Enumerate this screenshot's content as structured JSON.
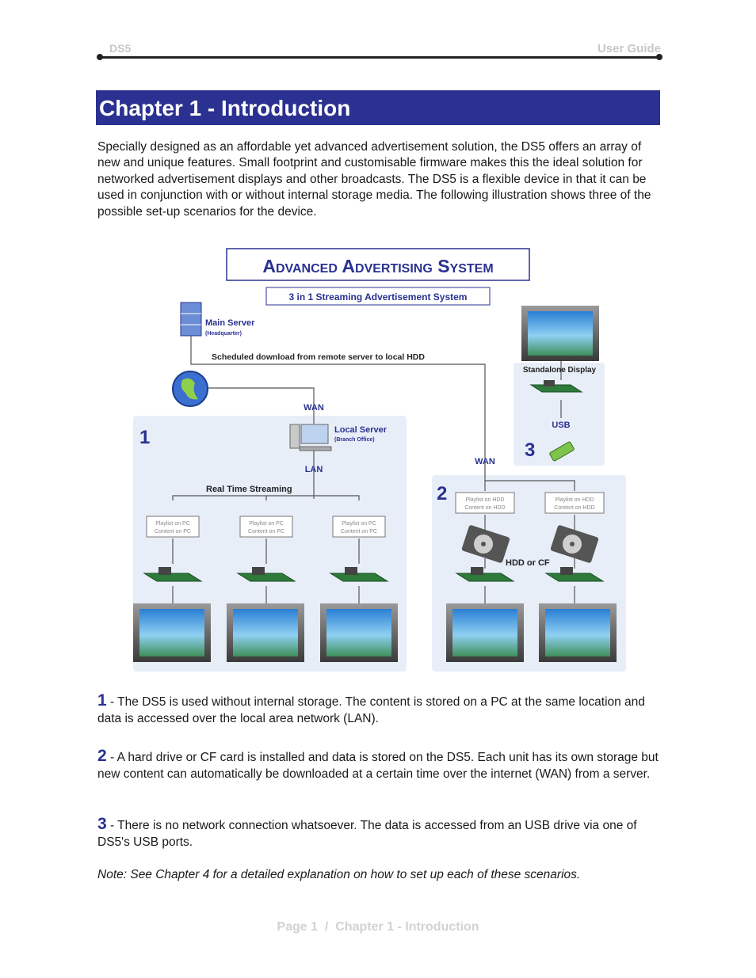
{
  "header": {
    "left": "DS5",
    "right": "User Guide"
  },
  "chapter_title": "Chapter 1 - Introduction",
  "intro": "Specially designed as an affordable yet advanced advertisement solution, the DS5 offers an array of new and unique features. Small footprint and customisable firmware makes this the ideal solution for networked advertisement displays and other broadcasts. The DS5 is a flexible device in that it can be used in conjunction with or without internal storage media. The following illustration shows three of the possible set-up scenarios for the device.",
  "diagram": {
    "title": "Advanced Advertising System",
    "subtitle": "3 in 1 Streaming Advertisement System",
    "main_server": "Main Server",
    "main_server_sub": "(Headquarter)",
    "scheduled": "Scheduled download from remote server to local HDD",
    "wan": "WAN",
    "local_server": "Local Server",
    "local_server_sub": "(Branch Office)",
    "lan": "LAN",
    "realtime": "Real Time Streaming",
    "playlist_pc_1": "Playlist on PC",
    "playlist_pc_2": "Content on PC",
    "playlist_hdd_1": "Playlist on HDD",
    "playlist_hdd_2": "Content on HDD",
    "hdd_or_cf": "HDD or CF",
    "standalone": "Standalone Display",
    "usb": "USB",
    "scenario_1": "1",
    "scenario_2": "2",
    "scenario_3": "3"
  },
  "scenarios": [
    {
      "num": "1",
      "text": " - The DS5 is used without internal storage. The content is stored on a PC at the same location and data is accessed over the local area network (LAN)."
    },
    {
      "num": "2",
      "text": " - A hard drive or CF card is installed and data is stored on the DS5. Each unit has its own storage but new content can automatically be downloaded at a certain time over the internet (WAN) from a server."
    },
    {
      "num": "3",
      "text": " - There is no network connection whatsoever. The data is accessed from an USB drive via one of DS5's USB ports."
    }
  ],
  "note": "Note: See Chapter 4 for a detailed explanation on how to set up each of these scenarios.",
  "footer": "Page 1  /  Chapter 1 - Introduction"
}
